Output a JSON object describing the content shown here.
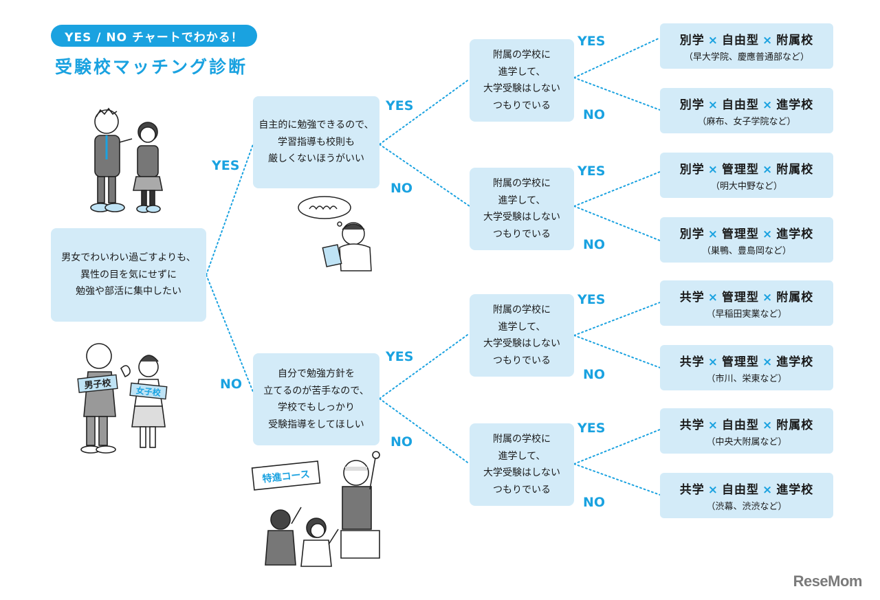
{
  "header": {
    "badge": "YES / NO チャートでわかる！",
    "title": "受験校マッチング診断"
  },
  "start": {
    "question": "男女でわいわい過ごすよりも、\n異性の目を気にせずに\n勉強や部活に集中したい"
  },
  "level2": {
    "yes_question": "自主的に勉強できるので、\n学習指導も校則も\n厳しくないほうがいい",
    "no_question": "自分で勉強方針を\n立てるのが苦手なので、\n学校でもしっかり\n受験指導をしてほしい"
  },
  "level3": {
    "q1": "附属の学校に\n進学して、\n大学受験はしない\nつもりでいる",
    "q2": "附属の学校に\n進学して、\n大学受験はしない\nつもりでいる",
    "q3": "附属の学校に\n進学して、\n大学受験はしない\nつもりでいる",
    "q4": "附属の学校に\n進学して、\n大学受験はしない\nつもりでいる"
  },
  "labels": {
    "yes": "YES",
    "no": "NO"
  },
  "results": [
    {
      "a": "別学",
      "b": "自由型",
      "c": "附属校",
      "examples": "（早大学院、慶應普通部など）"
    },
    {
      "a": "別学",
      "b": "自由型",
      "c": "進学校",
      "examples": "（麻布、女子学院など）"
    },
    {
      "a": "別学",
      "b": "管理型",
      "c": "附属校",
      "examples": "（明大中野など）"
    },
    {
      "a": "別学",
      "b": "管理型",
      "c": "進学校",
      "examples": "（巣鴨、豊島岡など）"
    },
    {
      "a": "共学",
      "b": "管理型",
      "c": "附属校",
      "examples": "（早稲田実業など）"
    },
    {
      "a": "共学",
      "b": "管理型",
      "c": "進学校",
      "examples": "（市川、栄東など）"
    },
    {
      "a": "共学",
      "b": "自由型",
      "c": "附属校",
      "examples": "（中央大附属など）"
    },
    {
      "a": "共学",
      "b": "自由型",
      "c": "進学校",
      "examples": "（渋幕、渋渋など）"
    }
  ],
  "times_symbol": "×",
  "illustrations": {
    "boys_school_sign": "男子校",
    "girls_school_sign": "女子校",
    "special_course_sign": "特進コース"
  },
  "logo": "ReseMom",
  "colors": {
    "accent": "#1aa2e0",
    "box": "#d3ebf8"
  }
}
